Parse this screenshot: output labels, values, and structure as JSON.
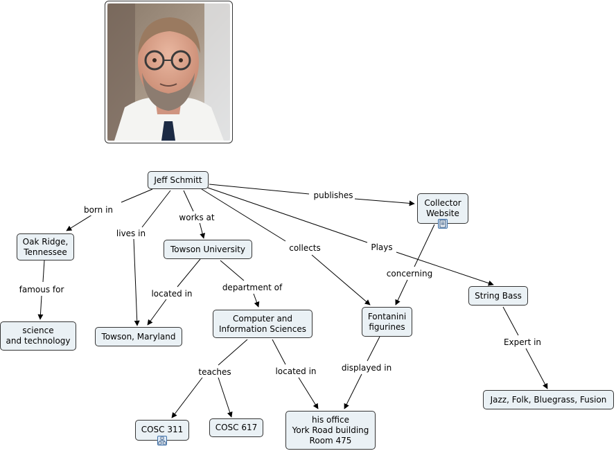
{
  "nodes": {
    "jeff": "Jeff Schmitt",
    "collector": "Collector\nWebsite",
    "oak_ridge": "Oak Ridge,\nTennessee",
    "towson_univ": "Towson University",
    "science": "science\nand technology",
    "towson_md": "Towson, Maryland",
    "cis": "Computer and\nInformation Sciences",
    "fontanini": "Fontanini\nfigurines",
    "string_bass": "String Bass",
    "jazz": "Jazz, Folk, Bluegrass, Fusion",
    "cosc311": "COSC 311",
    "cosc617": "COSC 617",
    "office": "his office\nYork Road building\nRoom 475"
  },
  "links": {
    "born_in": "born in",
    "lives_in": "lives in",
    "works_at": "works at",
    "collects": "collects",
    "plays": "Plays",
    "publishes": "publishes",
    "famous_for": "famous for",
    "located_in_tu": "located in",
    "department_of": "department of",
    "concerning": "concerning",
    "expert_in": "Expert in",
    "teaches": "teaches",
    "located_in_cis": "located in",
    "displayed_in": "displayed in"
  },
  "icons": {
    "photo": "portrait-photo",
    "collector_resource": "document-icon",
    "cosc311_resource": "concept-map-icon"
  }
}
